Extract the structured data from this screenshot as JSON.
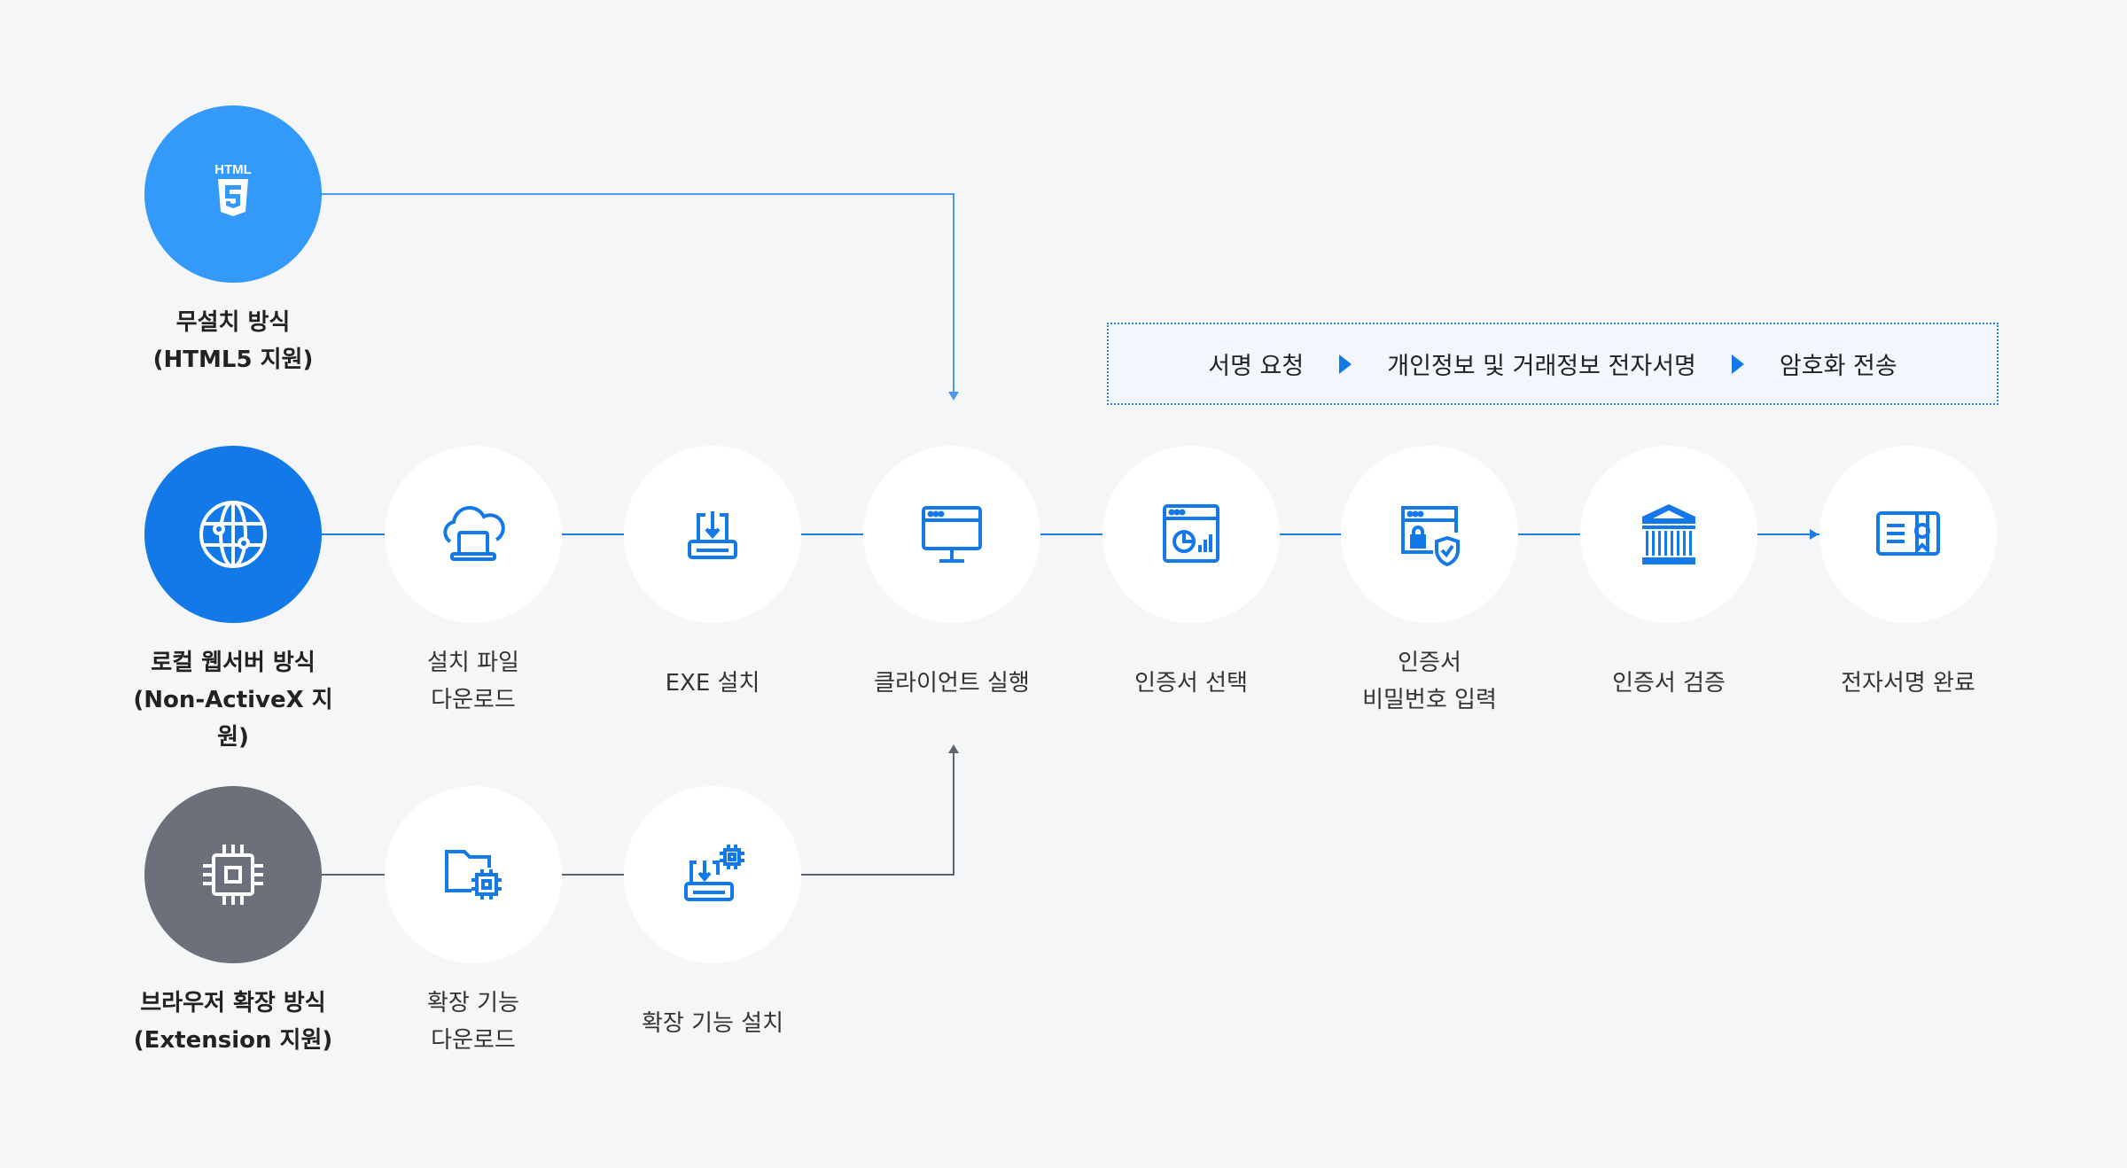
{
  "colors": {
    "accent": "#1479e8",
    "html5": "#3399fb",
    "extension": "#6c707b",
    "line": "#1e7de6",
    "background": "#f5f6f8"
  },
  "html5_logo_text": "HTML",
  "process_box": {
    "steps": [
      "서명 요청",
      "개인정보 및 거래정보 전자서명",
      "암호화 전송"
    ]
  },
  "methods": [
    {
      "line1": "무설치 방식",
      "line2": "(HTML5 지원)",
      "icon": "html5-icon"
    },
    {
      "line1": "로컬 웹서버 방식",
      "line2": "(Non-ActiveX 지원)",
      "icon": "globe-icon"
    },
    {
      "line1": "브라우저 확장 방식",
      "line2": "(Extension 지원)",
      "icon": "chip-icon"
    }
  ],
  "steps": {
    "install_download": {
      "line1": "설치 파일",
      "line2": "다운로드"
    },
    "exe_install": "EXE 설치",
    "client_run": "클라이언트 실행",
    "cert_select": "인증서 선택",
    "cert_password": {
      "line1": "인증서",
      "line2": "비밀번호 입력"
    },
    "cert_verify": "인증서 검증",
    "sign_complete": "전자서명 완료",
    "ext_download": {
      "line1": "확장 기능",
      "line2": "다운로드"
    },
    "ext_install": "확장 기능 설치"
  }
}
